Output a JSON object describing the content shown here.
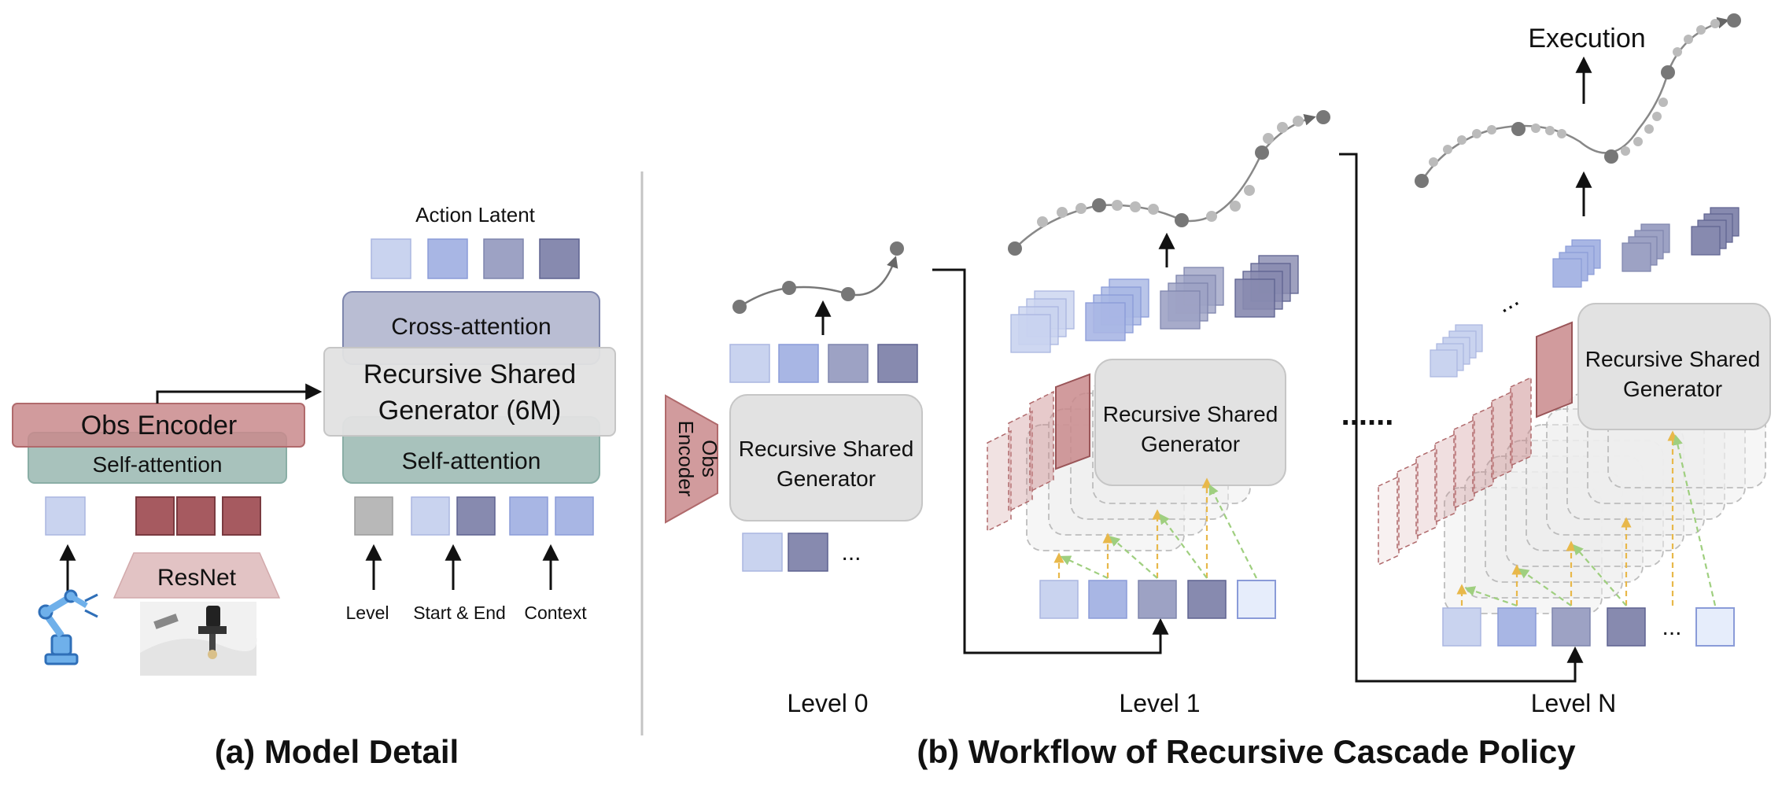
{
  "panel_a": {
    "caption": "(a) Model Detail",
    "obs_encoder": "Obs Encoder",
    "self_attention_left": "Self-attention",
    "resnet": "ResNet",
    "action_latent": "Action Latent",
    "cross_attention": "Cross-attention",
    "generator_line1": "Recursive Shared",
    "generator_line2": "Generator (6M)",
    "self_attention_right": "Self-attention",
    "input_labels": [
      "Level",
      "Start & End",
      "Context"
    ]
  },
  "panel_b": {
    "caption": "(b) Workflow of Recursive Cascade Policy",
    "obs_encoder_line1": "Obs",
    "obs_encoder_line2": "Encoder",
    "generator_line1": "Recursive Shared",
    "generator_line2": "Generator",
    "ellipsis": "...",
    "dots_between": "......",
    "execution": "Execution",
    "levels": [
      "Level 0",
      "Level 1",
      "Level N"
    ]
  },
  "colors": {
    "latent_1": "#c9d3ef",
    "latent_2": "#a8b6e4",
    "latent_3": "#9da2c4",
    "latent_4": "#878aaf",
    "obs_red": "#c98a8c",
    "self_attn_green": "#a8c2bc",
    "cross_attn": "#b9bdd3",
    "generator_gray": "#e2e2e2",
    "robot_blue": "#3c87d0"
  }
}
